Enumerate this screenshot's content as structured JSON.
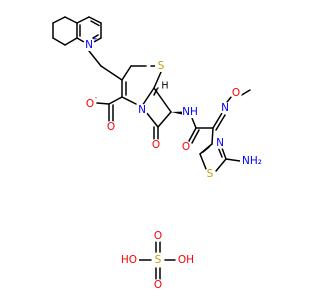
{
  "molecule": {
    "colors": {
      "carbon_bond": "#000000",
      "nitrogen": "#0000ff",
      "oxygen": "#ff0000",
      "sulfur": "#c8a000",
      "background": "#ffffff"
    },
    "atoms": {
      "quinolinium_n": {
        "text": "N",
        "charge": "+"
      },
      "thiazine_s": {
        "text": "S"
      },
      "ring_h": {
        "text": "H"
      },
      "carboxylate_o_minus": {
        "text": "O",
        "charge": "-"
      },
      "carboxylate_o": {
        "text": "O"
      },
      "lactam_n": {
        "text": "N"
      },
      "lactam_o": {
        "text": "O"
      },
      "amide_nh": {
        "text": "NH"
      },
      "amide_o": {
        "text": "O"
      },
      "oxime_n": {
        "text": "N"
      },
      "oxime_o": {
        "text": "O"
      },
      "thiazole_n": {
        "text": "N"
      },
      "thiazole_s": {
        "text": "S"
      },
      "amine_nh2": {
        "text": "NH₂"
      }
    },
    "counter_ion": {
      "s": {
        "text": "S"
      },
      "o_double_top": {
        "text": "O"
      },
      "o_double_bottom": {
        "text": "O"
      },
      "ho_left": {
        "text": "HO"
      },
      "oh_right": {
        "text": "OH"
      }
    }
  }
}
